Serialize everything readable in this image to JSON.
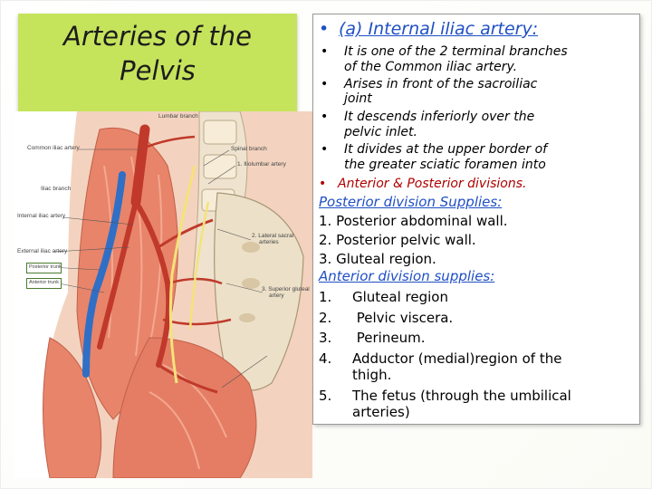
{
  "title": {
    "line1": "Arteries of the",
    "line2": "Pelvis"
  },
  "figure": {
    "labels": {
      "common_iliac_artery": "Common iliac artery",
      "iliac_branch": "Iliac branch",
      "internal_iliac_artery": "Internal iliac artery",
      "external_iliac_artery": "External iliac artery",
      "posterior_trunk": "Posterior trunk",
      "anterior_trunk": "Anterior trunk",
      "lumbar_branch": "Lumbar branch",
      "spinal_branch": "Spinal branch",
      "iliolumbar_artery": "1. Iliolumbar artery",
      "lateral_sacral_arteries_1": "2. Lateral sacral",
      "lateral_sacral_arteries_2": "arteries",
      "superior_gluteal_artery_1": "3. Superior gluteal",
      "superior_gluteal_artery_2": "artery"
    }
  },
  "panel": {
    "heading": "(a) Internal iliac artery:",
    "bullets": [
      {
        "l1": "It is one of the 2 terminal branches",
        "l2": "of the Common iliac artery."
      },
      {
        "l1": "Arises in front of the sacroiliac",
        "l2": "joint"
      },
      {
        "l1": "It descends inferiorly over the",
        "l2": "pelvic inlet."
      },
      {
        "l1": "It divides at the upper border of",
        "l2": "the greater sciatic foramen into"
      }
    ],
    "divisions_bullet": "Anterior & Posterior divisions.",
    "posterior_heading": "Posterior division Supplies:",
    "posterior_items": [
      "1. Posterior abdominal wall.",
      "2. Posterior pelvic wall.",
      "3. Gluteal region."
    ],
    "anterior_heading": "Anterior division supplies:",
    "anterior_items": [
      {
        "num": "1.",
        "l1": "Gluteal region"
      },
      {
        "num": "2.",
        "l1": " Pelvic viscera."
      },
      {
        "num": "3.",
        "l1": " Perineum."
      },
      {
        "num": "4.",
        "l1": "Adductor (medial)region of the",
        "l2": "thigh."
      },
      {
        "num": "5.",
        "l1": "The fetus (through the umbilical",
        "l2": "arteries)"
      }
    ],
    "bullet_glyph": "•"
  },
  "colors": {
    "title_bg": "#c6e35c",
    "heading_blue": "#1f4fc4",
    "artery_red": "#c0392b",
    "vein_blue": "#2f6fc6",
    "muscle": "#e8846a"
  }
}
